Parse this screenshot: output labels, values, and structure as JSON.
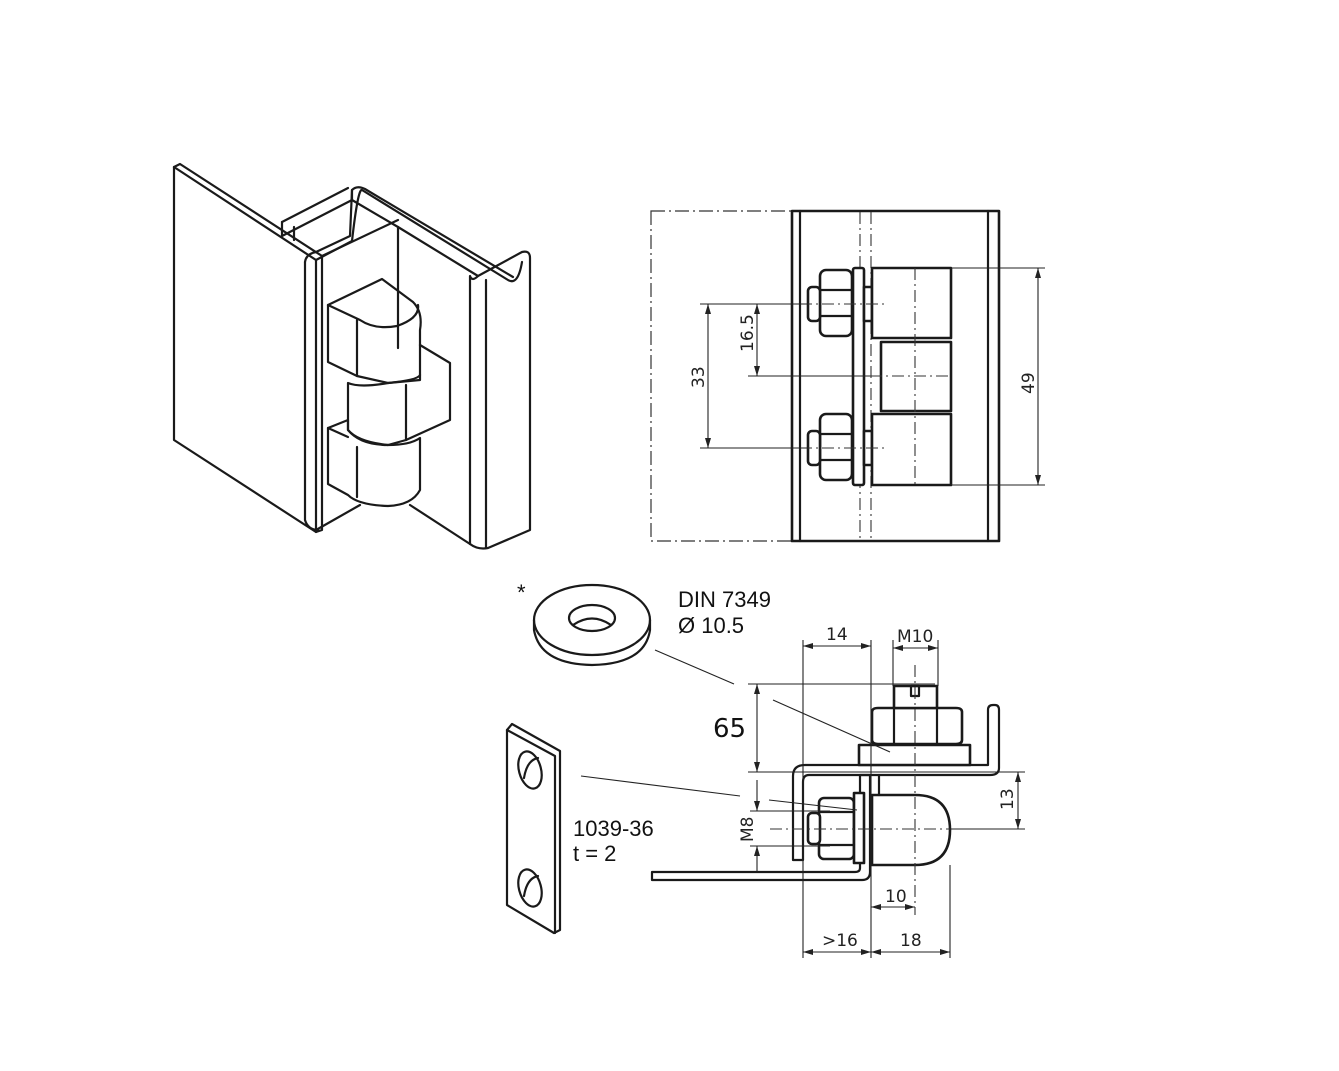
{
  "drawing": {
    "views": [
      "isometric-hinge",
      "front-view",
      "section-view",
      "washer-detail",
      "plate-detail"
    ],
    "washer": {
      "marker": "*",
      "standard": "DIN 7349",
      "diameter": "Ø 10.5"
    },
    "plate": {
      "part_no": "1039-36",
      "thickness": "t = 2"
    },
    "front_view_dims": {
      "pitch_half": "16.5",
      "pitch": "33",
      "height": "49"
    },
    "section_view_dims": {
      "width_14": "14",
      "thread_top": "M10",
      "overall": "65",
      "thread_side": "M8",
      "offset_13": "13",
      "offset_10": "10",
      "min_16": ">16",
      "width_18": "18"
    },
    "colors": {
      "line": "#1a1a1a",
      "background": "#ffffff"
    }
  }
}
